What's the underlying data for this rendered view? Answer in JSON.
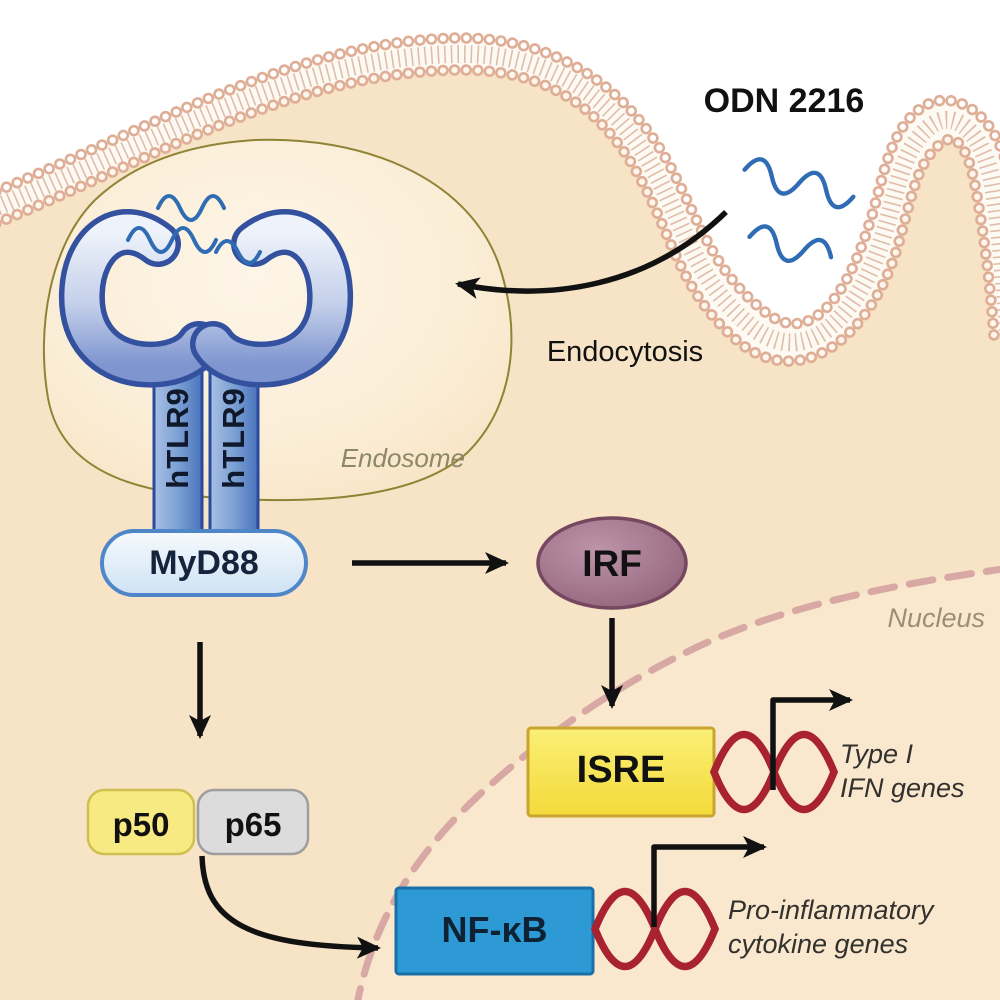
{
  "diagram": {
    "labels": {
      "odn": "ODN 2216",
      "endocytosis": "Endocytosis",
      "endosome": "Endosome",
      "nucleus": "Nucleus",
      "receptor_left": "hTLR9",
      "receptor_right": "hTLR9",
      "myd88": "MyD88",
      "irf": "IRF",
      "isre": "ISRE",
      "p50": "p50",
      "p65": "p65",
      "nfkb": "NF-κB",
      "type1_line1": "Type I",
      "type1_line2": "IFN genes",
      "proinflam_line1": "Pro-inflammatory",
      "proinflam_line2": "cytokine genes"
    },
    "colors": {
      "cytoplasm": "#f7e3c5",
      "extracellular": "#ffffff",
      "membrane_bead": "#dfae96",
      "endosome_outline": "#8f8435",
      "receptor_outline": "#33519e",
      "receptor_fill_light": "#e8edf8",
      "receptor_fill_dark": "#7e95cf",
      "myd88_border": "#4f86c8",
      "irf_fill": "#9a6c83",
      "isre_fill": "#f8e34f",
      "p50_fill": "#f7ea83",
      "p65_fill": "#dcdcdc",
      "nfkb_fill": "#2d9ad6",
      "dna_red": "#a8232f",
      "nucleus_dash": "#d8a8a4",
      "odn_blue": "#2f6cb3",
      "arrow": "#111111"
    }
  }
}
